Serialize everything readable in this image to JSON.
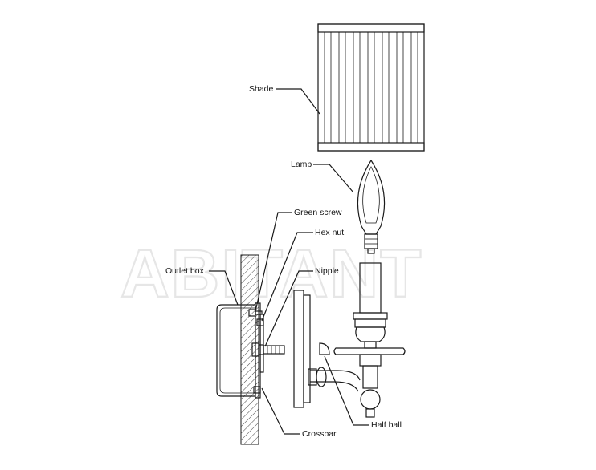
{
  "watermark": "ABITANT",
  "callouts": {
    "shade": "Shade",
    "lamp": "Lamp",
    "green_screw": "Green screw",
    "hex_nut": "Hex nut",
    "outlet_box": "Outlet box",
    "nipple": "Nipple",
    "half_ball": "Half ball",
    "crossbar": "Crossbar"
  }
}
